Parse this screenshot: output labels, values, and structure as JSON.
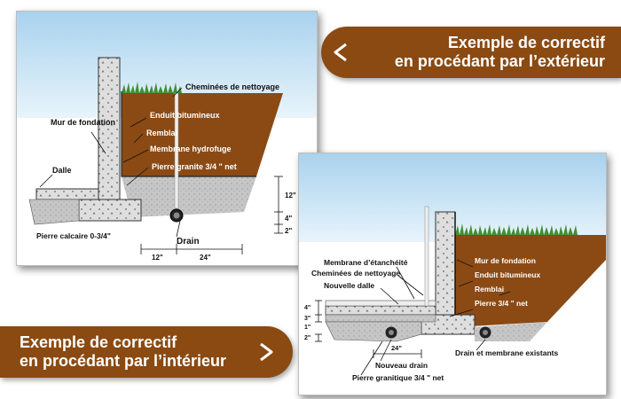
{
  "banner_exterior": {
    "line1": "Exemple de correctif",
    "line2": "en procédant par l’extérieur"
  },
  "banner_interior": {
    "line1": "Exemple de correctif",
    "line2": "en procédant par l’intérieur"
  },
  "exterior_diagram": {
    "labels": {
      "cleanout": "Cheminées de nettoyage",
      "foundation_wall": "Mur de fondation",
      "bitumen": "Enduit bitumineux",
      "backfill": "Remblai",
      "membrane": "Membrane hydrofuge",
      "slab": "Dalle",
      "granite": "Pierre granite 3/4 \" net",
      "limestone": "Pierre calcaire 0-3/4\"",
      "drain": "Drain"
    },
    "dimensions": {
      "d12_vertical": "12\"",
      "d4": "4\"",
      "d2": "2\"",
      "d12_horizontal": "12\"",
      "d24": "24\""
    }
  },
  "interior_diagram": {
    "labels": {
      "waterproof_membrane": "Membrane d’étanchéité",
      "cleanout": "Cheminées de nettoyage",
      "new_slab": "Nouvelle dalle",
      "foundation_wall": "Mur de fondation",
      "bitumen": "Enduit bitumineux",
      "backfill": "Remblai",
      "stone": "Pierre 3/4 \" net",
      "new_drain": "Nouveau drain",
      "granitic_stone": "Pierre granitique 3/4 \" net",
      "existing": "Drain et membrane existants"
    },
    "dimensions": {
      "d4": "4\"",
      "d3": "3\"",
      "d1": "1\"",
      "d2": "2\"",
      "d24": "24\""
    }
  },
  "colors": {
    "banner": "#8a4a12",
    "soil": "#8b4a14",
    "sky": "#b9dcf2",
    "grass": "#3f8f34",
    "gravel": "#c9c9c9",
    "concrete": "#dcdcdc"
  }
}
